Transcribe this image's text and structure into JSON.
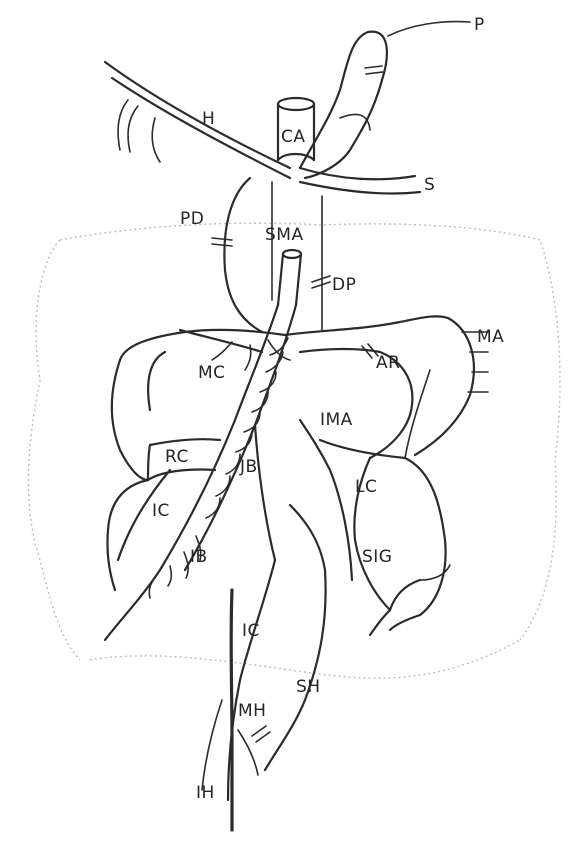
{
  "labels": {
    "p": "P",
    "h": "H",
    "ca": "CA",
    "s": "S",
    "pd": "PD",
    "sma": "SMA",
    "dp": "DP",
    "ma": "MA",
    "mc": "MC",
    "ar": "AR",
    "ima": "IMA",
    "rc": "RC",
    "jb": "JB",
    "lc": "LC",
    "ic_upper": "IC",
    "sig": "SIG",
    "ib": "IB",
    "ic_lower": "IC",
    "sh": "SH",
    "mh": "MH",
    "ih": "IH"
  },
  "colors": {
    "line": "#2b2b2b",
    "colon_shadow": "#bdbdbd"
  }
}
